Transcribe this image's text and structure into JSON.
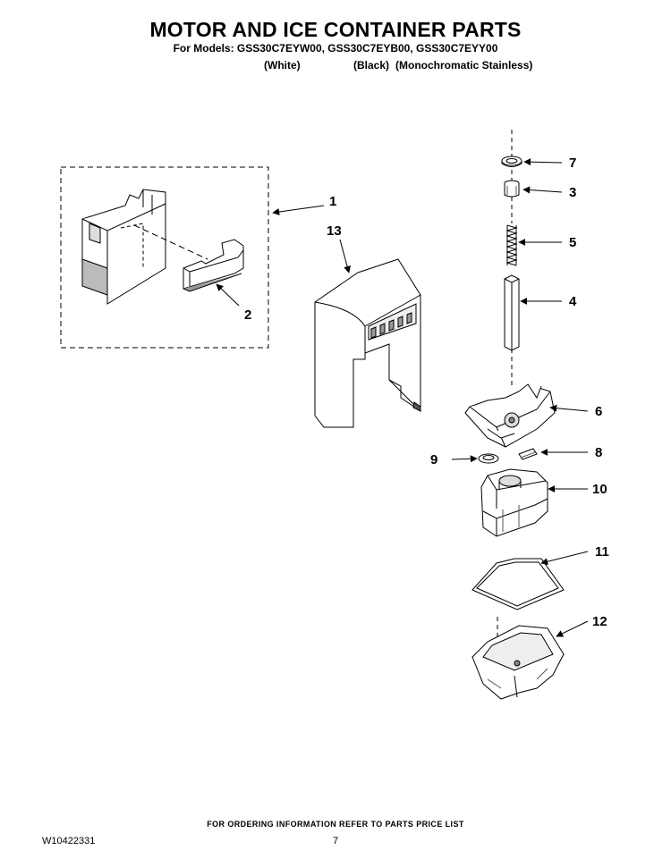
{
  "header": {
    "title": "MOTOR AND ICE CONTAINER PARTS",
    "models_line": "For Models: GSS30C7EYW00, GSS30C7EYB00, GSS30C7EYY00",
    "variants": [
      "(White)",
      "(Black)",
      "(Monochromatic Stainless)"
    ]
  },
  "callouts": [
    "1",
    "2",
    "3",
    "4",
    "5",
    "6",
    "7",
    "8",
    "9",
    "10",
    "11",
    "12",
    "13"
  ],
  "footer": {
    "ordering_note": "FOR ORDERING INFORMATION REFER TO PARTS PRICE LIST",
    "doc_number": "W10422331",
    "page_number": "7"
  }
}
